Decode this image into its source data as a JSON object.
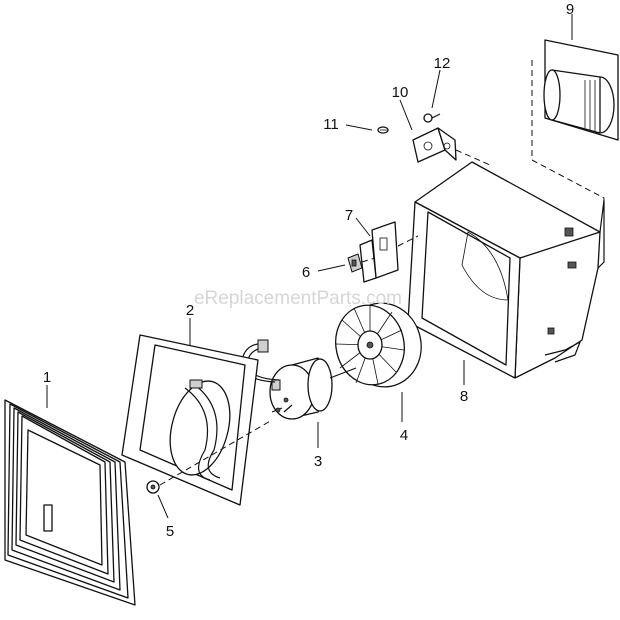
{
  "watermark": "eReplacementParts.com",
  "callouts": [
    {
      "id": "1",
      "part": "grille"
    },
    {
      "id": "2",
      "part": "mounting-plate"
    },
    {
      "id": "3",
      "part": "motor"
    },
    {
      "id": "4",
      "part": "blower-wheel"
    },
    {
      "id": "5",
      "part": "nut"
    },
    {
      "id": "6",
      "part": "connector"
    },
    {
      "id": "7",
      "part": "receptacle-bracket"
    },
    {
      "id": "8",
      "part": "housing"
    },
    {
      "id": "9",
      "part": "duct-connector"
    },
    {
      "id": "10",
      "part": "damper-bracket"
    },
    {
      "id": "11",
      "part": "screw"
    },
    {
      "id": "12",
      "part": "screw"
    }
  ]
}
